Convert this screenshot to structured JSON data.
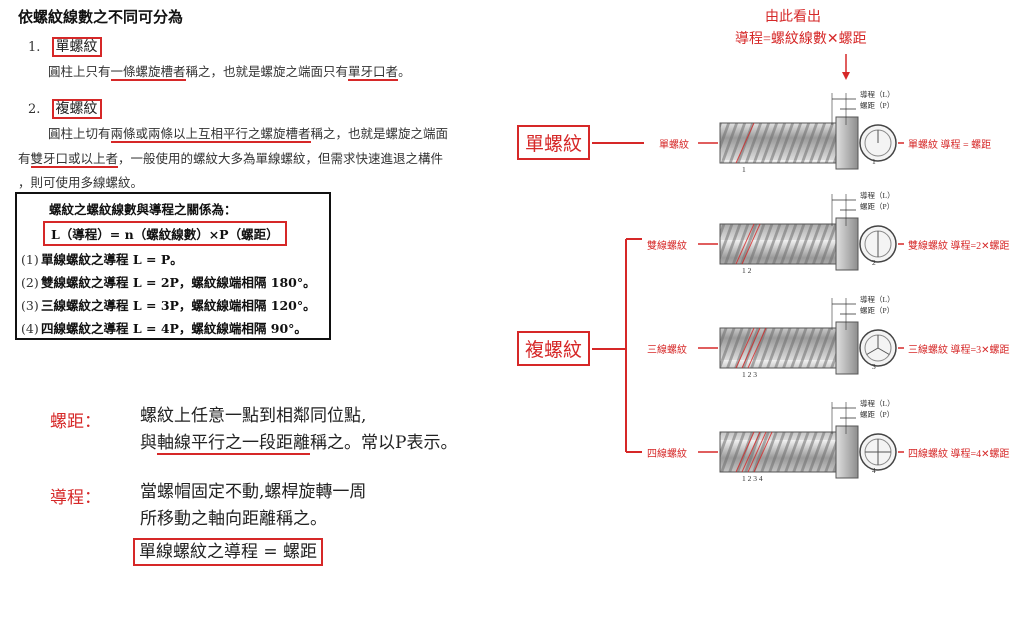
{
  "heading": "依螺紋線數之不同可分為",
  "item1": {
    "num": "1.",
    "title": "單螺紋",
    "desc_pre": "圓柱上只有",
    "desc_u1": "一條螺旋槽者",
    "desc_mid": "稱之，也就是螺旋之端面只有",
    "desc_u2": "單牙口者",
    "desc_end": "。"
  },
  "item2": {
    "num": "2.",
    "title": "複螺紋",
    "line1_pre": "圓柱上切有",
    "line1_u1": "兩條或兩條以上互相平行之螺旋槽者",
    "line1_end": "稱之，也就是螺旋之端面",
    "line2_pre": "有",
    "line2_u": "雙牙口或以上者",
    "line2_end": "，一般使用的螺紋大多為單線螺紋，但需求快速進退之構件",
    "line3": "，則可使用多線螺紋。"
  },
  "relation": {
    "heading": "螺紋之螺紋線數與導程之關係為：",
    "formula": "L（導程）= n（螺紋線數）×P（螺距）",
    "items": [
      {
        "num": "(1)",
        "text": "單線螺紋之導程 L = P。"
      },
      {
        "num": "(2)",
        "text": "雙線螺紋之導程 L = 2P，螺紋線端相隔 180°。"
      },
      {
        "num": "(3)",
        "text": "三線螺紋之導程 L = 3P，螺紋線端相隔 120°。"
      },
      {
        "num": "(4)",
        "text": "四線螺紋之導程 L = 4P，螺紋線端相隔 90°。"
      }
    ]
  },
  "pitch": {
    "label": "螺距：",
    "line1": "螺紋上任意一點到相鄰同位點,",
    "line2_pre": "與",
    "line2_u": "軸線平行之一段距離",
    "line2_end": "稱之。常以P表示。"
  },
  "lead": {
    "label": "導程：",
    "line1": "當螺帽固定不動,螺桿旋轉一周",
    "line2": "所移動之軸向距離稱之。",
    "boxed": "單線螺紋之導程 = 螺距"
  },
  "diagram": {
    "top_note_1": "由此看出",
    "top_note_2": "導程=螺紋線數✕螺距",
    "big_single": "單螺紋",
    "big_multi": "複螺紋",
    "dim_L": "導程（L）",
    "dim_P": "螺距（P）",
    "rows": [
      {
        "left": "單螺紋",
        "right": "單螺紋 導程 = 螺距",
        "starts": "1",
        "ends": "1",
        "lines": 1
      },
      {
        "left": "雙線螺紋",
        "right": "雙線螺紋 導程=2✕螺距",
        "starts": "1 2",
        "ends": "2",
        "lines": 2
      },
      {
        "left": "三線螺紋",
        "right": "三線螺紋 導程=3✕螺距",
        "starts": "1 2 3",
        "ends": "3",
        "lines": 3
      },
      {
        "left": "四線螺紋",
        "right": "四線螺紋 導程=4✕螺距",
        "starts": "1 2 3 4",
        "ends": "4",
        "lines": 4
      }
    ]
  },
  "colors": {
    "accent": "#d62828",
    "text": "#222222"
  }
}
